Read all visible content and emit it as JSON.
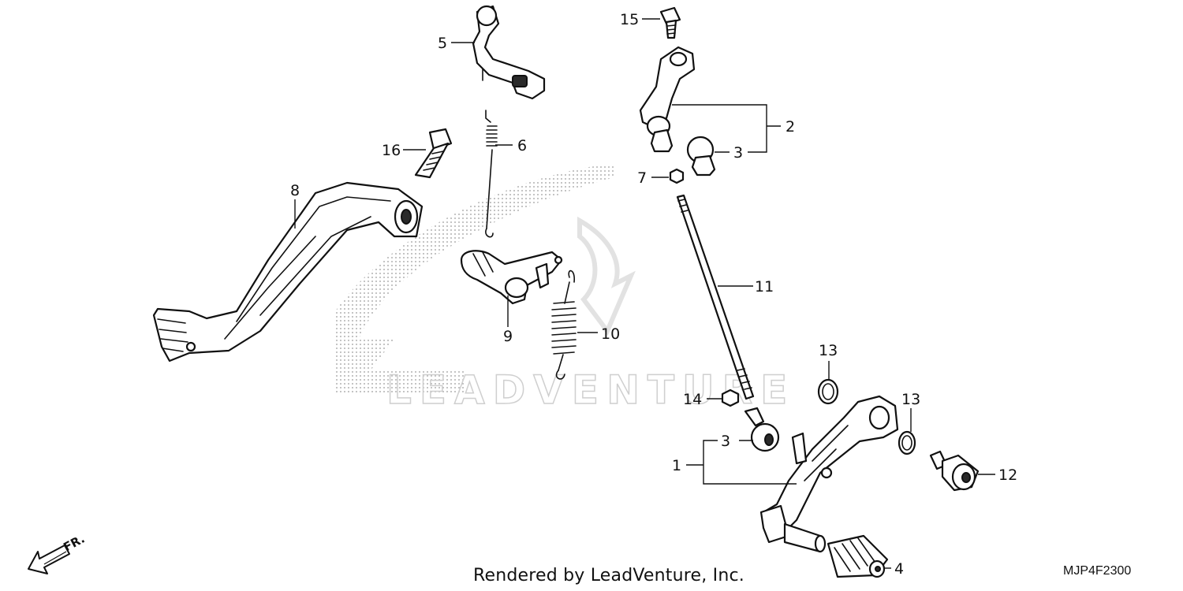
{
  "diagram": {
    "callouts": [
      {
        "id": "c1",
        "label": "1"
      },
      {
        "id": "c2",
        "label": "2"
      },
      {
        "id": "c3a",
        "label": "3"
      },
      {
        "id": "c3b",
        "label": "3"
      },
      {
        "id": "c4",
        "label": "4"
      },
      {
        "id": "c5",
        "label": "5"
      },
      {
        "id": "c6",
        "label": "6"
      },
      {
        "id": "c7",
        "label": "7"
      },
      {
        "id": "c8",
        "label": "8"
      },
      {
        "id": "c9",
        "label": "9"
      },
      {
        "id": "c10",
        "label": "10"
      },
      {
        "id": "c11",
        "label": "11"
      },
      {
        "id": "c12",
        "label": "12"
      },
      {
        "id": "c13a",
        "label": "13"
      },
      {
        "id": "c13b",
        "label": "13"
      },
      {
        "id": "c14",
        "label": "14"
      },
      {
        "id": "c15",
        "label": "15"
      },
      {
        "id": "c16",
        "label": "16"
      }
    ],
    "direction_label": "FR.",
    "watermark_text": "LEADVENTURE",
    "footer_credit": "Rendered by LeadVenture, Inc.",
    "diagram_code": "MJP4F2300"
  }
}
